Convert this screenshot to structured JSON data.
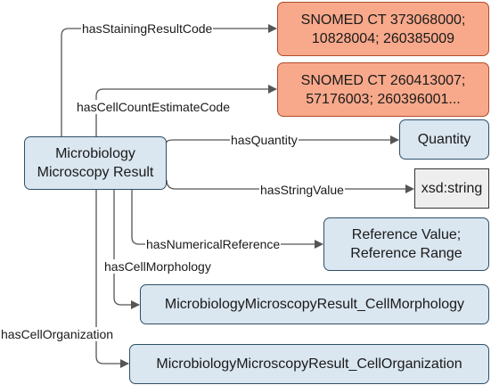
{
  "nodes": {
    "source": "Microbiology\nMicroscopy Result",
    "staining_code": "SNOMED CT 373068000;\n10828004; 260385009",
    "cell_count_code": "SNOMED CT 260413007;\n57176003; 260396001...",
    "quantity": "Quantity",
    "xsd_string": "xsd:string",
    "reference": "Reference Value;\nReference Range",
    "cell_morphology": "MicrobiologyMicroscopyResult_CellMorphology",
    "cell_organization": "MicrobiologyMicroscopyResult_CellOrganization"
  },
  "edges": {
    "has_staining_result_code": "hasStainingResultCode",
    "has_cell_count_estimate_code": "hasCellCountEstimateCode",
    "has_quantity": "hasQuantity",
    "has_string_value": "hasStringValue",
    "has_numerical_reference": "hasNumericalReference",
    "has_cell_morphology": "hasCellMorphology",
    "has_cell_organization": "hasCellOrganization"
  },
  "colors": {
    "class_fill": "#dae6f0",
    "code_fill": "#f8a98b",
    "literal_fill": "#eeeeee",
    "line": "#555555"
  }
}
